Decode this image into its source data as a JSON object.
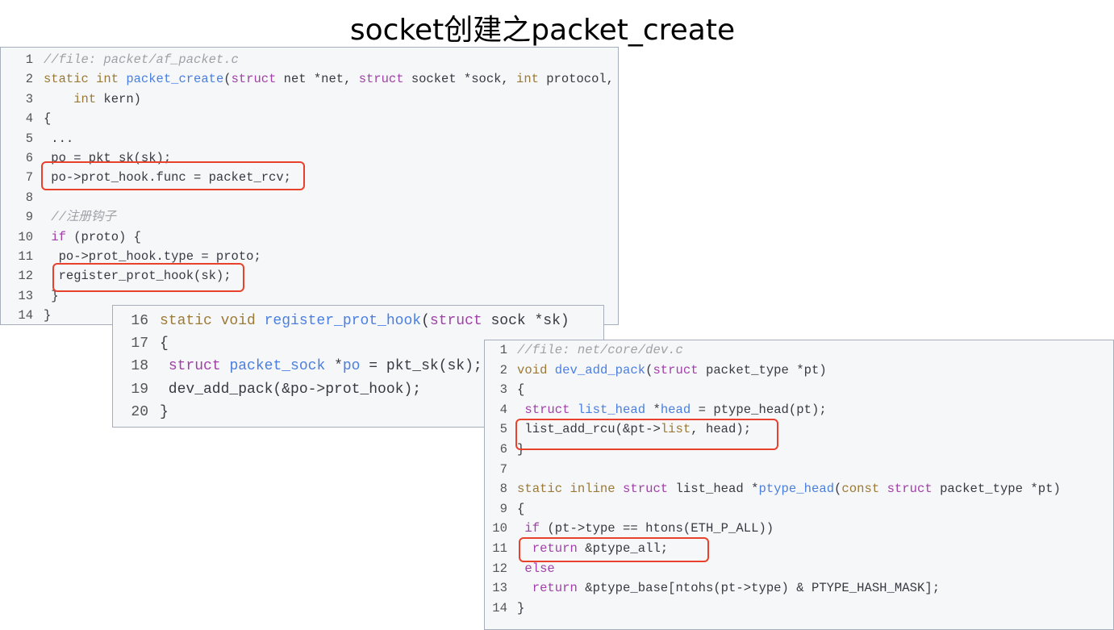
{
  "title": "socket创建之packet_create",
  "panels": [
    {
      "id": "p1",
      "lines": [
        {
          "n": "1",
          "tokens": [
            [
              "//file: packet/af_packet.c",
              "cm"
            ]
          ]
        },
        {
          "n": "2",
          "tokens": [
            [
              "static int ",
              "kw"
            ],
            [
              "packet_create",
              "fn"
            ],
            [
              "(",
              ""
            ],
            [
              "struct",
              "st"
            ],
            [
              " net *net, ",
              ""
            ],
            [
              "struct",
              "st"
            ],
            [
              " socket *sock, ",
              ""
            ],
            [
              "int",
              "kw"
            ],
            [
              " protocol,",
              ""
            ]
          ]
        },
        {
          "n": "3",
          "tokens": [
            [
              "    ",
              ""
            ],
            [
              "int",
              "kw"
            ],
            [
              " kern)",
              ""
            ]
          ]
        },
        {
          "n": "4",
          "tokens": [
            [
              "{",
              ""
            ]
          ]
        },
        {
          "n": "5",
          "tokens": [
            [
              " ...",
              ""
            ]
          ]
        },
        {
          "n": "6",
          "tokens": [
            [
              " po = pkt_sk(sk);",
              ""
            ]
          ]
        },
        {
          "n": "7",
          "tokens": [
            [
              " po->prot_hook.func = packet_rcv;",
              ""
            ]
          ]
        },
        {
          "n": "8",
          "tokens": []
        },
        {
          "n": "9",
          "tokens": [
            [
              " //注册钩子",
              "cm"
            ]
          ]
        },
        {
          "n": "10",
          "tokens": [
            [
              " ",
              ""
            ],
            [
              "if",
              "st"
            ],
            [
              " (proto) {",
              ""
            ]
          ]
        },
        {
          "n": "11",
          "tokens": [
            [
              "  po->prot_hook.type = proto;",
              ""
            ]
          ]
        },
        {
          "n": "12",
          "tokens": [
            [
              "  register_prot_hook(sk);",
              ""
            ]
          ]
        },
        {
          "n": "13",
          "tokens": [
            [
              " }",
              ""
            ]
          ]
        },
        {
          "n": "14",
          "tokens": [
            [
              "}",
              ""
            ]
          ]
        }
      ]
    },
    {
      "id": "p2",
      "lines": [
        {
          "n": "16",
          "tokens": [
            [
              "static void ",
              "kw"
            ],
            [
              "register_prot_hook",
              "fn"
            ],
            [
              "(",
              ""
            ],
            [
              "struct",
              "st"
            ],
            [
              " sock *sk)",
              ""
            ]
          ]
        },
        {
          "n": "17",
          "tokens": [
            [
              "{",
              ""
            ]
          ]
        },
        {
          "n": "18",
          "tokens": [
            [
              " ",
              ""
            ],
            [
              "struct",
              "st"
            ],
            [
              " ",
              ""
            ],
            [
              "packet_sock",
              "fn"
            ],
            [
              " *",
              ""
            ],
            [
              "po",
              "fn"
            ],
            [
              " = pkt_sk(sk);",
              ""
            ]
          ]
        },
        {
          "n": "19",
          "tokens": [
            [
              " dev_add_pack(&po->prot_hook);",
              ""
            ]
          ]
        },
        {
          "n": "20",
          "tokens": [
            [
              "}",
              ""
            ]
          ]
        }
      ]
    },
    {
      "id": "p3",
      "lines": [
        {
          "n": "1",
          "tokens": [
            [
              "//file: net/core/dev.c",
              "cm"
            ]
          ]
        },
        {
          "n": "2",
          "tokens": [
            [
              "void ",
              "kw"
            ],
            [
              "dev_add_pack",
              "fn"
            ],
            [
              "(",
              ""
            ],
            [
              "struct",
              "st"
            ],
            [
              " packet_type *pt)",
              ""
            ]
          ]
        },
        {
          "n": "3",
          "tokens": [
            [
              "{",
              ""
            ]
          ]
        },
        {
          "n": "4",
          "tokens": [
            [
              " ",
              ""
            ],
            [
              "struct",
              "st"
            ],
            [
              " ",
              ""
            ],
            [
              "list_head",
              "fn"
            ],
            [
              " *",
              ""
            ],
            [
              "head",
              "fn"
            ],
            [
              " = ptype_head(pt);",
              ""
            ]
          ]
        },
        {
          "n": "5",
          "tokens": [
            [
              " list_add_rcu(&pt->",
              ""
            ],
            [
              "list",
              "kw"
            ],
            [
              ", head);",
              ""
            ]
          ]
        },
        {
          "n": "6",
          "tokens": [
            [
              "}",
              ""
            ]
          ]
        },
        {
          "n": "7",
          "tokens": []
        },
        {
          "n": "8",
          "tokens": [
            [
              "static inline ",
              "kw"
            ],
            [
              "struct",
              "st"
            ],
            [
              " list_head *",
              ""
            ],
            [
              "ptype_head",
              "fn"
            ],
            [
              "(",
              ""
            ],
            [
              "const ",
              "kw"
            ],
            [
              "struct",
              "st"
            ],
            [
              " packet_type *pt)",
              ""
            ]
          ]
        },
        {
          "n": "9",
          "tokens": [
            [
              "{",
              ""
            ]
          ]
        },
        {
          "n": "10",
          "tokens": [
            [
              " ",
              ""
            ],
            [
              "if",
              "st"
            ],
            [
              " (pt->type == htons(ETH_P_ALL))",
              ""
            ]
          ]
        },
        {
          "n": "11",
          "tokens": [
            [
              "  ",
              ""
            ],
            [
              "return",
              "st"
            ],
            [
              " &ptype_all;",
              ""
            ]
          ]
        },
        {
          "n": "12",
          "tokens": [
            [
              " ",
              ""
            ],
            [
              "else",
              "st"
            ]
          ]
        },
        {
          "n": "13",
          "tokens": [
            [
              "  ",
              ""
            ],
            [
              "return",
              "st"
            ],
            [
              " &ptype_base[ntohs(pt->type) & PTYPE_HASH_MASK];",
              ""
            ]
          ]
        },
        {
          "n": "14",
          "tokens": [
            [
              "}",
              ""
            ]
          ]
        }
      ]
    }
  ],
  "colors": {
    "highlight": "#e8412c",
    "keyword": "#9b7a37",
    "struct": "#a03fa8",
    "function": "#4a7fe0",
    "comment": "#a0a1a7"
  }
}
